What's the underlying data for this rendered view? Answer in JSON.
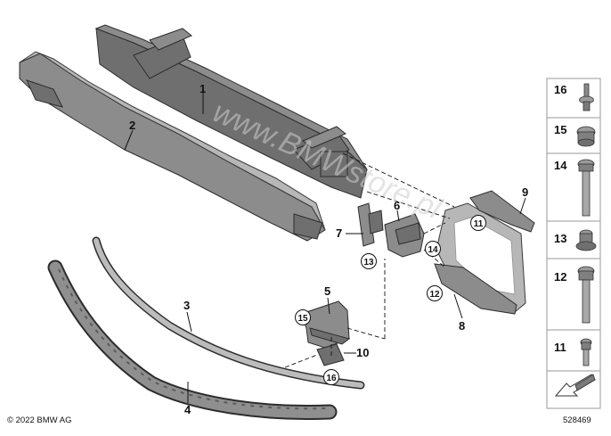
{
  "callouts": {
    "c1": "1",
    "c2": "2",
    "c3": "3",
    "c4": "4",
    "c5": "5",
    "c6": "6",
    "c7": "7",
    "c8": "8",
    "c9": "9",
    "c10": "10"
  },
  "circled": {
    "c11": "11",
    "c12": "12",
    "c13": "13",
    "c14": "14",
    "c15": "15",
    "c16": "16"
  },
  "side_panel": {
    "items": [
      "16",
      "15",
      "14",
      "13",
      "12",
      "11"
    ]
  },
  "watermark": "www.BMWstore.pl",
  "copyright": "© 2022 BMW AG",
  "diagram_number": "528469"
}
